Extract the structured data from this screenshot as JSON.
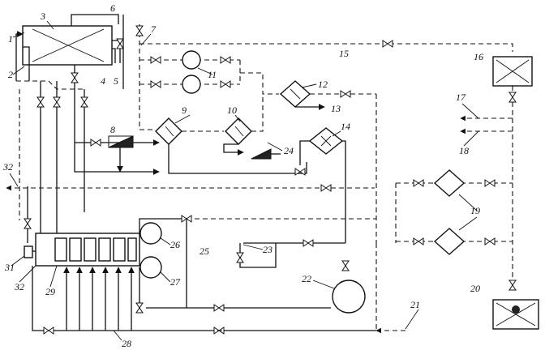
{
  "diagram": {
    "labels": [
      "1",
      "2",
      "3",
      "4",
      "5",
      "6",
      "7",
      "8",
      "9",
      "10",
      "11",
      "12",
      "13",
      "14",
      "15",
      "16",
      "17",
      "18",
      "19",
      "20",
      "21",
      "22",
      "23",
      "24",
      "25",
      "26",
      "27",
      "28",
      "29",
      "31",
      "32",
      "32"
    ]
  },
  "colors": {
    "line": "#111111",
    "background": "#ffffff",
    "shade": "#222222"
  }
}
